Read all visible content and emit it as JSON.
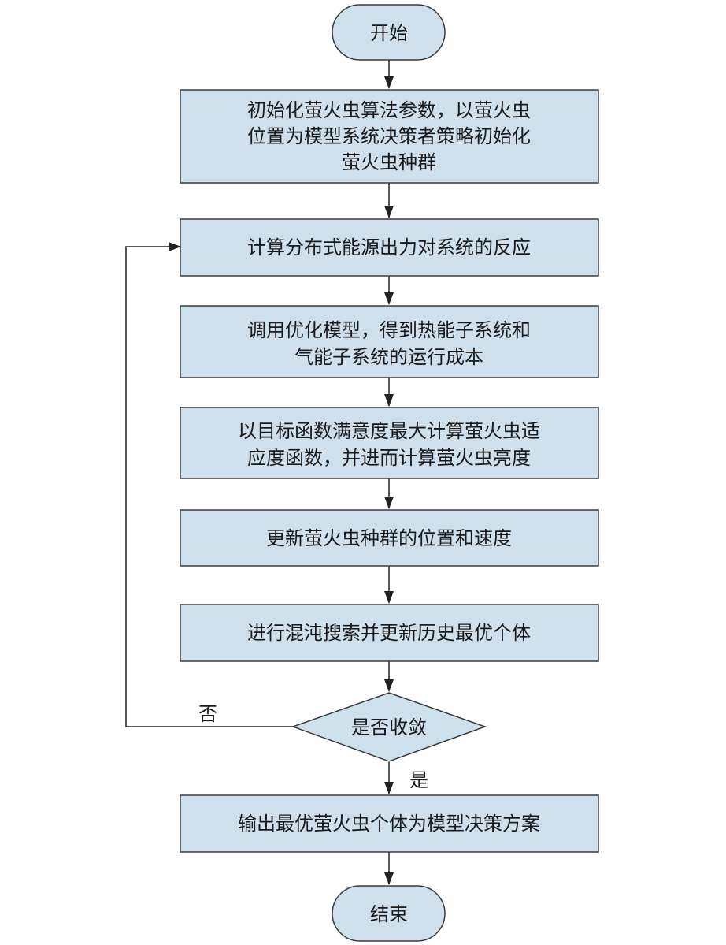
{
  "colors": {
    "node_fill": "#cde0ec",
    "node_stroke": "#3a3a3a",
    "edge_stroke": "#222222"
  },
  "nodes": {
    "start": {
      "shape": "terminal",
      "lines": [
        "开始"
      ]
    },
    "init": {
      "shape": "process",
      "lines": [
        "初始化萤火虫算法参数，以萤火虫",
        "位置为模型系统决策者策略初始化",
        "萤火虫种群"
      ]
    },
    "calc_response": {
      "shape": "process",
      "lines": [
        "计算分布式能源出力对系统的反应"
      ]
    },
    "call_model": {
      "shape": "process",
      "lines": [
        "调用优化模型，得到热能子系统和",
        "气能子系统的运行成本"
      ]
    },
    "fitness": {
      "shape": "process",
      "lines": [
        "以目标函数满意度最大计算萤火虫适",
        "应度函数，并进而计算萤火虫亮度"
      ]
    },
    "update": {
      "shape": "process",
      "lines": [
        "更新萤火虫种群的位置和速度"
      ]
    },
    "chaos_search": {
      "shape": "process",
      "lines": [
        "进行混沌搜索并更新历史最优个体"
      ]
    },
    "converge": {
      "shape": "decision",
      "lines": [
        "是否收敛"
      ]
    },
    "output": {
      "shape": "process",
      "lines": [
        "输出最优萤火虫个体为模型决策方案"
      ]
    },
    "end": {
      "shape": "terminal",
      "lines": [
        "结束"
      ]
    }
  },
  "edges": [
    {
      "from": "start",
      "to": "init",
      "label": ""
    },
    {
      "from": "init",
      "to": "calc_response",
      "label": ""
    },
    {
      "from": "calc_response",
      "to": "call_model",
      "label": ""
    },
    {
      "from": "call_model",
      "to": "fitness",
      "label": ""
    },
    {
      "from": "fitness",
      "to": "update",
      "label": ""
    },
    {
      "from": "update",
      "to": "chaos_search",
      "label": ""
    },
    {
      "from": "chaos_search",
      "to": "converge",
      "label": ""
    },
    {
      "from": "converge",
      "to": "output",
      "label": "是"
    },
    {
      "from": "converge",
      "to": "calc_response",
      "label": "否"
    },
    {
      "from": "output",
      "to": "end",
      "label": ""
    }
  ]
}
